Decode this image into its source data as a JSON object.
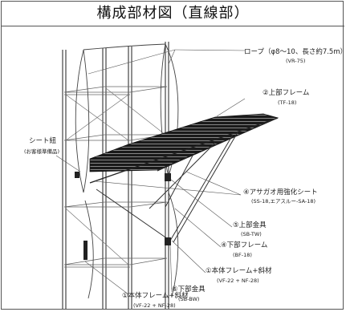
{
  "title": "構成部材図（直線部）",
  "callouts": {
    "rope": {
      "name": "ロープ（φ8～10、長さ約7.5m）",
      "code": "(VR-75)"
    },
    "upper_frame": {
      "name": "②上部フレーム",
      "code": "(TF-18)"
    },
    "sheet_cord": {
      "name": "シート紐",
      "code": "(お客様準備品)"
    },
    "sheet": {
      "name": "④アサガオ用強化シート",
      "code": "(SS-18,エアスルー-SA-18)"
    },
    "upper_fitting": {
      "name": "⑤上部金具",
      "code": "(SB-TW)"
    },
    "lower_frame": {
      "name": "④下部フレーム",
      "code": "(BF-18)"
    },
    "main_frame_right": {
      "name": "①本体フレーム+斜材",
      "code": "(VF-22 + NF-28)"
    },
    "lower_fitting": {
      "name": "⑥下部金具",
      "code": "(SB-BW)"
    },
    "main_frame_bottom": {
      "name": "①本体フレーム+斜材",
      "code": "(VF-22 + NF-28)"
    }
  }
}
